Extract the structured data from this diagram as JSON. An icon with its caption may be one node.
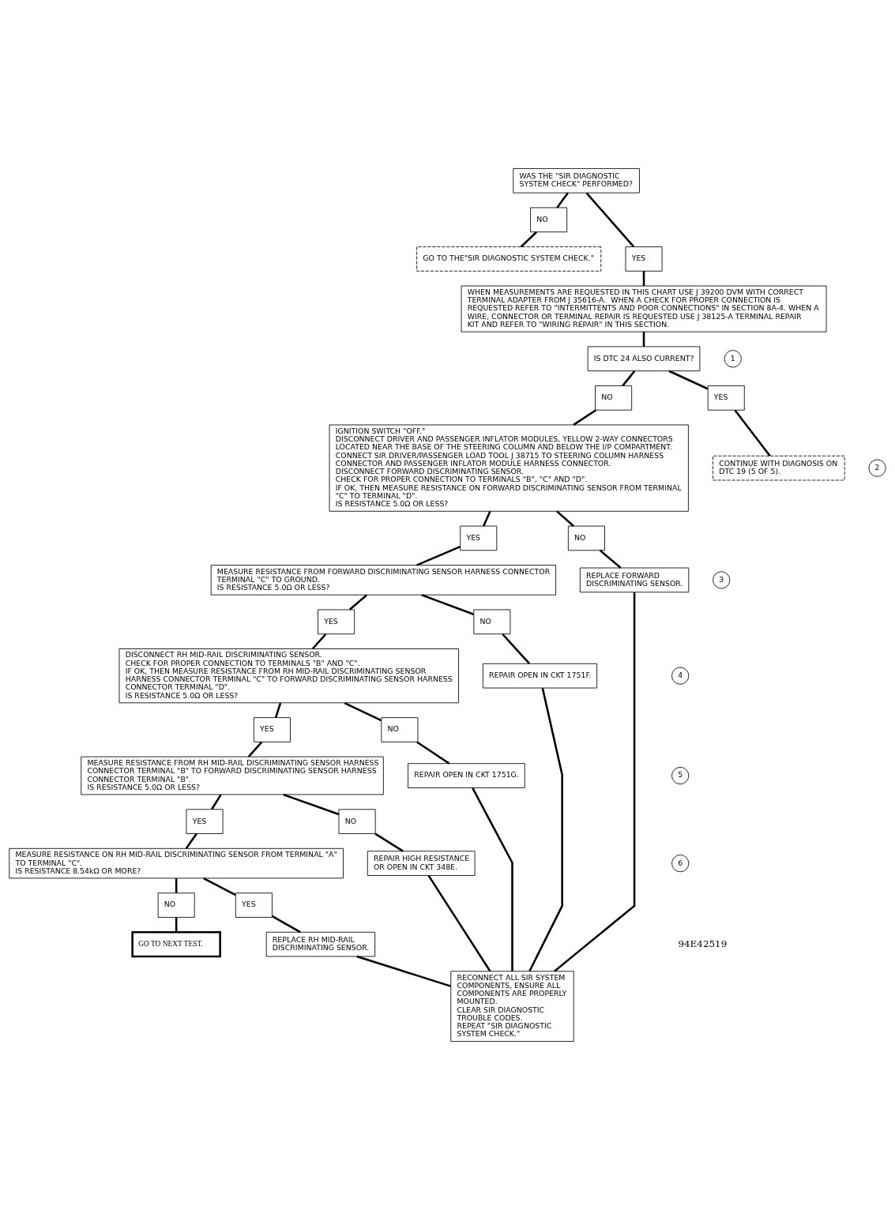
{
  "diagram": {
    "nodes": [
      {
        "text": [
          "WAS THE \"SIR DIAGNOSTIC SYSTEM CHECK\" PERFORMED?"
        ]
      },
      {
        "text": [
          "NO"
        ]
      },
      {
        "text": [
          "GO TO THE\"SIR DIAGNOSTIC SYSTEM CHECK.\""
        ]
      },
      {
        "text": [
          "YES"
        ]
      },
      {
        "text": [
          "WHEN MEASUREMENTS ARE REQUESTED IN THIS CHART USE J 39200 DVM WITH CORRECT TERMINAL ADAPTER FROM J 35616-A.  WHEN A CHECK FOR PROPER CONNECTION IS REQUESTED REFER TO \"INTERMITTENTS AND POOR CONNECTIONS\" IN SECTION 8A-4. WHEN A WIRE, CONNECTOR OR TERMINAL REPAIR IS REQUESTED USE J 38125-A TERMINAL REPAIR KIT AND REFER TO \"WIRING REPAIR\" IN THIS SECTION."
        ]
      },
      {
        "text": [
          "1"
        ]
      },
      {
        "text": [
          "IS DTC 24 ALSO CURRENT?"
        ]
      },
      {
        "text": [
          "NO"
        ]
      },
      {
        "text": [
          "YES"
        ]
      },
      {
        "text": [
          "CONTINUE WITH DIAGNOSIS ON DTC 19 (5 OF 5)."
        ]
      },
      {
        "text": [
          "2"
        ]
      },
      {
        "text": [
          "IGNITION SWITCH \"OFF.\"",
          "DISCONNECT DRIVER AND PASSENGER INFLATOR MODULES, YELLOW 2-WAY CONNECTORS LOCATED NEAR THE BASE OF THE STEERING COLUMN AND BELOW THE I/P COMPARTMENT.",
          "CONNECT SIR DRIVER/PASSENGER LOAD TOOL J 38715 TO STEERING COLUMN HARNESS CONNECTOR AND PASSENGER INFLATOR MODULE HARNESS CONNECTOR.",
          "DISCONNECT FORWARD DISCRIMINATING SENSOR.",
          "CHECK FOR PROPER CONNECTION TO TERMINALS \"B\", \"C\" AND \"D\".",
          "IF OK, THEN MEASURE RESISTANCE ON FORWARD DISCRIMINATING SENSOR FROM TERMINAL \"C\" TO TERMINAL \"D\".",
          "IS RESISTANCE 5.0Ω OR LESS?"
        ]
      },
      {
        "text": [
          "YES"
        ]
      },
      {
        "text": [
          "NO"
        ]
      },
      {
        "text": [
          "REPLACE FORWARD DISCRIMINATING SENSOR."
        ]
      },
      {
        "text": [
          "3"
        ]
      },
      {
        "text": [
          "MEASURE RESISTANCE FROM FORWARD DISCRIMINATING SENSOR HARNESS CONNECTOR TERMINAL \"C\" TO GROUND.",
          "IS RESISTANCE 5.0Ω OR LESS?"
        ]
      },
      {
        "text": [
          "YES"
        ]
      },
      {
        "text": [
          "NO"
        ]
      },
      {
        "text": [
          "REPAIR OPEN IN CKT 1751F."
        ]
      },
      {
        "text": [
          "4"
        ]
      },
      {
        "text": [
          "DISCONNECT RH MID-RAIL DISCRIMINATING SENSOR.",
          "CHECK FOR PROPER CONNECTION TO TERMINALS \"B\" AND \"C\".",
          "IF OK, THEN MEASURE RESISTANCE FROM RH MID-RAIL DISCRIMINATING SENSOR HARNESS CONNECTOR TERMINAL \"C\" TO FORWARD DISCRIMINATING SENSOR HARNESS CONNECTOR TERMINAL \"D\".",
          "IS RESISTANCE 5.0Ω OR LESS?"
        ]
      },
      {
        "text": [
          "YES"
        ]
      },
      {
        "text": [
          "NO"
        ]
      },
      {
        "text": [
          "REPAIR OPEN IN CKT 1751G."
        ]
      },
      {
        "text": [
          "5"
        ]
      },
      {
        "text": [
          "MEASURE RESISTANCE FROM RH MID-RAIL DISCRIMINATING SENSOR HARNESS CONNECTOR TERMINAL \"B\" TO FORWARD DISCRIMINATING SENSOR HARNESS CONNECTOR TERMINAL \"B\".",
          "IS RESISTANCE 5.0Ω OR LESS?"
        ]
      },
      {
        "text": [
          "YES"
        ]
      },
      {
        "text": [
          "NO"
        ]
      },
      {
        "text": [
          "REPAIR HIGH RESISTANCE OR OPEN IN CKT 348E."
        ]
      },
      {
        "text": [
          "6"
        ]
      },
      {
        "text": [
          "MEASURE RESISTANCE ON RH MID-RAIL DISCRIMINATING SENSOR FROM TERMINAL \"A\" TO TERMINAL \"C\".",
          "IS RESISTANCE 8.54kΩ OR MORE?"
        ]
      },
      {
        "text": [
          "NO"
        ]
      },
      {
        "text": [
          "YES"
        ]
      },
      {
        "text": [
          "GO TO NEXT TEST."
        ]
      },
      {
        "text": [
          "REPLACE RH MID-RAIL DISCRIMINATING SENSOR."
        ]
      },
      {
        "text": [
          "RECONNECT ALL SIR SYSTEM COMPONENTS, ENSURE ALL COMPONENTS ARE PROPERLY MOUNTED.",
          "CLEAR SIR DIAGNOSTIC TROUBLE CODES.",
          "REPEAT \"SIR DIAGNOSTIC SYSTEM CHECK.\""
        ]
      }
    ],
    "edges": [
      {
        "from": 0,
        "to": 1,
        "arrow": "none"
      },
      {
        "from": 1,
        "to": 2,
        "arrow": "none"
      },
      {
        "from": 0,
        "to": 3,
        "arrow": "none"
      },
      {
        "from": 3,
        "to": 4,
        "arrow": "none"
      },
      {
        "from": 4,
        "to": 6,
        "arrow": "none"
      },
      {
        "from": 6,
        "to": 7,
        "arrow": "none"
      },
      {
        "from": 7,
        "to": 11,
        "arrow": "none"
      },
      {
        "from": 6,
        "to": 8,
        "arrow": "none"
      },
      {
        "from": 8,
        "to": 9,
        "arrow": "none"
      },
      {
        "from": 11,
        "to": 12,
        "arrow": "none"
      },
      {
        "from": 12,
        "to": 16,
        "arrow": "none"
      },
      {
        "from": 11,
        "to": 13,
        "arrow": "none"
      },
      {
        "from": 13,
        "to": 14,
        "arrow": "none"
      },
      {
        "from": 16,
        "to": 17,
        "arrow": "none"
      },
      {
        "from": 17,
        "to": 21,
        "arrow": "none"
      },
      {
        "from": 16,
        "to": 18,
        "arrow": "none"
      },
      {
        "from": 18,
        "to": 19,
        "arrow": "none"
      },
      {
        "from": 21,
        "to": 22,
        "arrow": "none"
      },
      {
        "from": 22,
        "to": 26,
        "arrow": "none"
      },
      {
        "from": 21,
        "to": 23,
        "arrow": "none"
      },
      {
        "from": 23,
        "to": 24,
        "arrow": "none"
      },
      {
        "from": 26,
        "to": 27,
        "arrow": "none"
      },
      {
        "from": 27,
        "to": 31,
        "arrow": "none"
      },
      {
        "from": 26,
        "to": 28,
        "arrow": "none"
      },
      {
        "from": 28,
        "to": 29,
        "arrow": "none"
      },
      {
        "from": 31,
        "to": 32,
        "arrow": "none"
      },
      {
        "from": 32,
        "to": 34,
        "arrow": "none"
      },
      {
        "from": 31,
        "to": 33,
        "arrow": "none"
      },
      {
        "from": 33,
        "to": 35,
        "arrow": "none"
      },
      {
        "from": 14,
        "to": 36,
        "arrow": "none"
      },
      {
        "from": 19,
        "to": 36,
        "arrow": "none"
      },
      {
        "from": 24,
        "to": 36,
        "arrow": "none"
      },
      {
        "from": 29,
        "to": 36,
        "arrow": "none"
      },
      {
        "from": 35,
        "to": 36,
        "arrow": "none"
      }
    ],
    "labels": [
      "94E42519"
    ]
  }
}
